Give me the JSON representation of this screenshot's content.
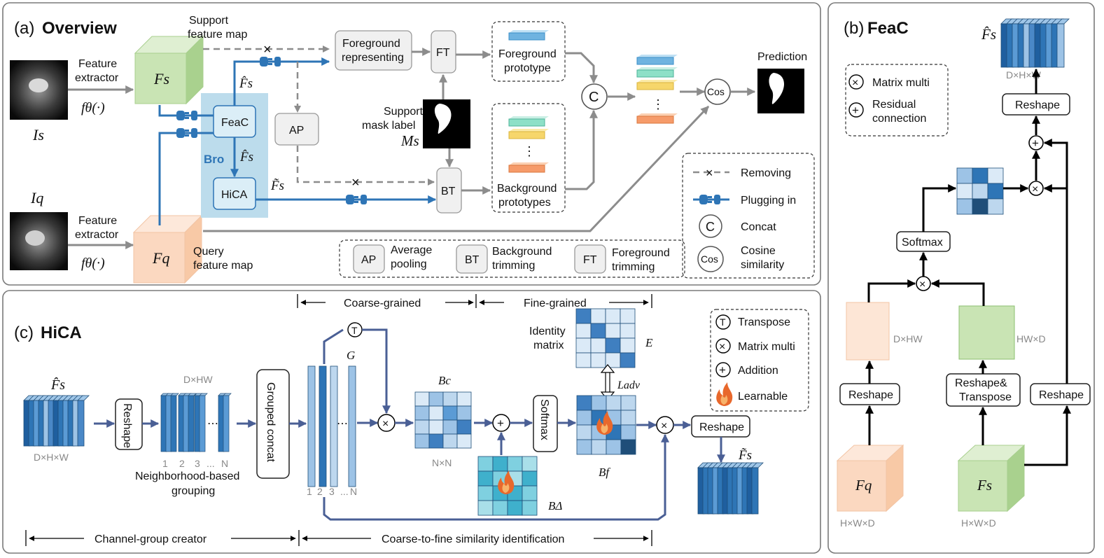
{
  "panel_a": {
    "label": "(a)",
    "title": "Overview",
    "support_feature_map": "Support\nfeature map",
    "feature_extractor_1": "Feature\nextractor",
    "feature_extractor_2": "Feature\nextractor",
    "f_theta": "fθ(·)",
    "i_s": "Is",
    "i_q": "Iq",
    "f_s": "Fs",
    "f_q": "Fq",
    "f_s_hat": "F̂s",
    "f_s_tilde": "F̃s",
    "feac": "FeaC",
    "bro": "Bro",
    "hica": "HiCA",
    "ap": "AP",
    "foreground_representing": "Foreground\nrepresenting",
    "ft": "FT",
    "bt": "BT",
    "foreground_prototype": "Foreground\nprototype",
    "background_prototypes": "Background\nprototypes",
    "support_mask_label": "Support\nmask label",
    "m_s": "Ms",
    "concat_symbol": "C",
    "cos": "Cos",
    "prediction": "Prediction",
    "query_feature_map": "Query\nfeature map",
    "legend": {
      "removing": "Removing",
      "plugging_in": "Plugging in",
      "concat": "Concat",
      "concat_symbol": "C",
      "cosine": "Cosine\nsimilarity",
      "cos_symbol": "Cos",
      "ap": "AP",
      "ap_text": "Average\npooling",
      "bt": "BT",
      "bt_text": "Background\ntrimming",
      "ft": "FT",
      "ft_text": "Foreground\ntrimming"
    }
  },
  "panel_b": {
    "label": "(b)",
    "title": "FeaC",
    "f_s_hat": "F̂s",
    "dhw_top": "D×H×W",
    "reshape_top": "Reshape",
    "softmax": "Softmax",
    "dxhw": "D×HW",
    "hwxd": "HW×D",
    "reshape_left": "Reshape",
    "reshape_transpose": "Reshape&\nTranspose",
    "reshape_right": "Reshape",
    "f_q": "Fq",
    "f_s": "Fs",
    "hwd_left": "H×W×D",
    "hwd_right": "H×W×D",
    "legend": {
      "matrix_multi": "Matrix multi",
      "residual": "Residual\nconnection"
    }
  },
  "panel_c": {
    "label": "(c)",
    "title": "HiCA",
    "coarse_grained": "Coarse-grained",
    "fine_grained": "Fine-grained",
    "identity_matrix": "Identity\nmatrix",
    "e": "E",
    "l_adv": "Ladv",
    "f_s_hat": "F̂s",
    "dhw_in": "D×H×W",
    "reshape_vertical": "Reshape",
    "dxhw": "D×HW",
    "group_numbers": [
      "1",
      "2",
      "3",
      "...",
      "N"
    ],
    "neighborhood": "Neighborhood-based\ngrouping",
    "grouped_concat": "Grouped concat",
    "g": "G",
    "t_symbol": "T",
    "b_c": "Bc",
    "nxn": "N×N",
    "softmax": "Softmax",
    "b_delta": "BΔ",
    "b_f": "Bf",
    "reshape": "Reshape",
    "f_s_tilde": "F̃s",
    "channel_group_creator": "Channel-group creator",
    "coarse_to_fine": "Coarse-to-fine similarity identification",
    "legend": {
      "transpose": "Transpose",
      "matrix_multi": "Matrix multi",
      "addition": "Addition",
      "learnable": "Learnable"
    }
  },
  "colors": {
    "blue": "#2e75b6",
    "navy": "#4a5f95",
    "gray_arrow": "#8c8c8c",
    "bro_bg": "#bcdcec",
    "support_cube": "#c9e4b4",
    "query_cube": "#fbd8c0"
  }
}
